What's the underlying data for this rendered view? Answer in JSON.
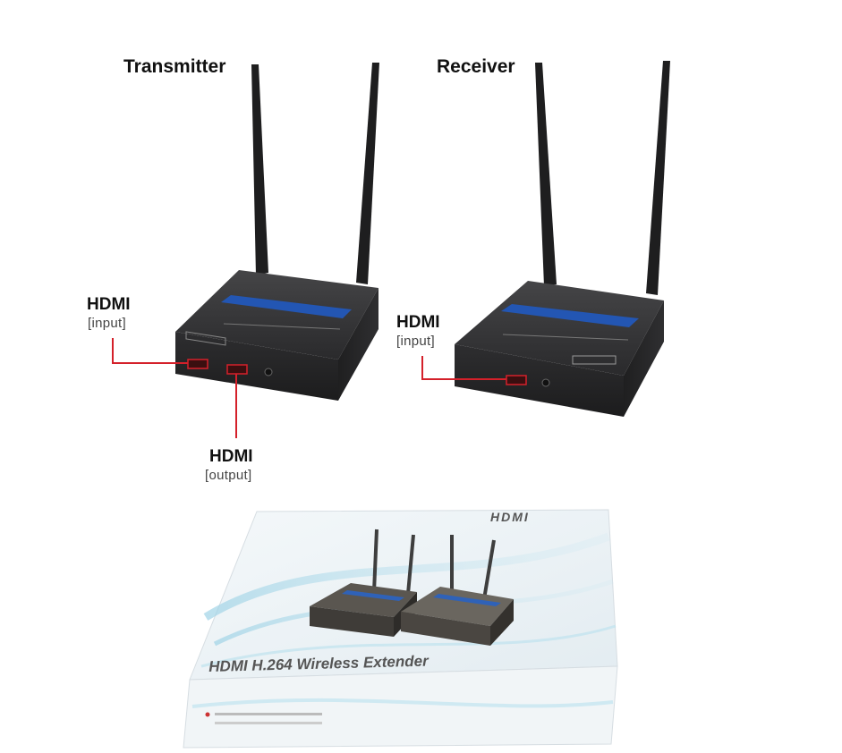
{
  "labels": {
    "transmitter": "Transmitter",
    "receiver": "Receiver",
    "tx_input_title": "HDMI",
    "tx_input_sub": "[input]",
    "tx_output_title": "HDMI",
    "tx_output_sub": "[output]",
    "rx_input_title": "HDMI",
    "rx_input_sub": "[input]"
  },
  "box": {
    "brand": "HDMI",
    "product_name": "HDMI H.264 Wireless Extender"
  },
  "colors": {
    "callout_line": "#d4202a",
    "device_body": "#2c2c2e",
    "device_top": "#3a3a3c",
    "blue_strip": "#1e4fa8",
    "box_face": "#eef3f6"
  }
}
